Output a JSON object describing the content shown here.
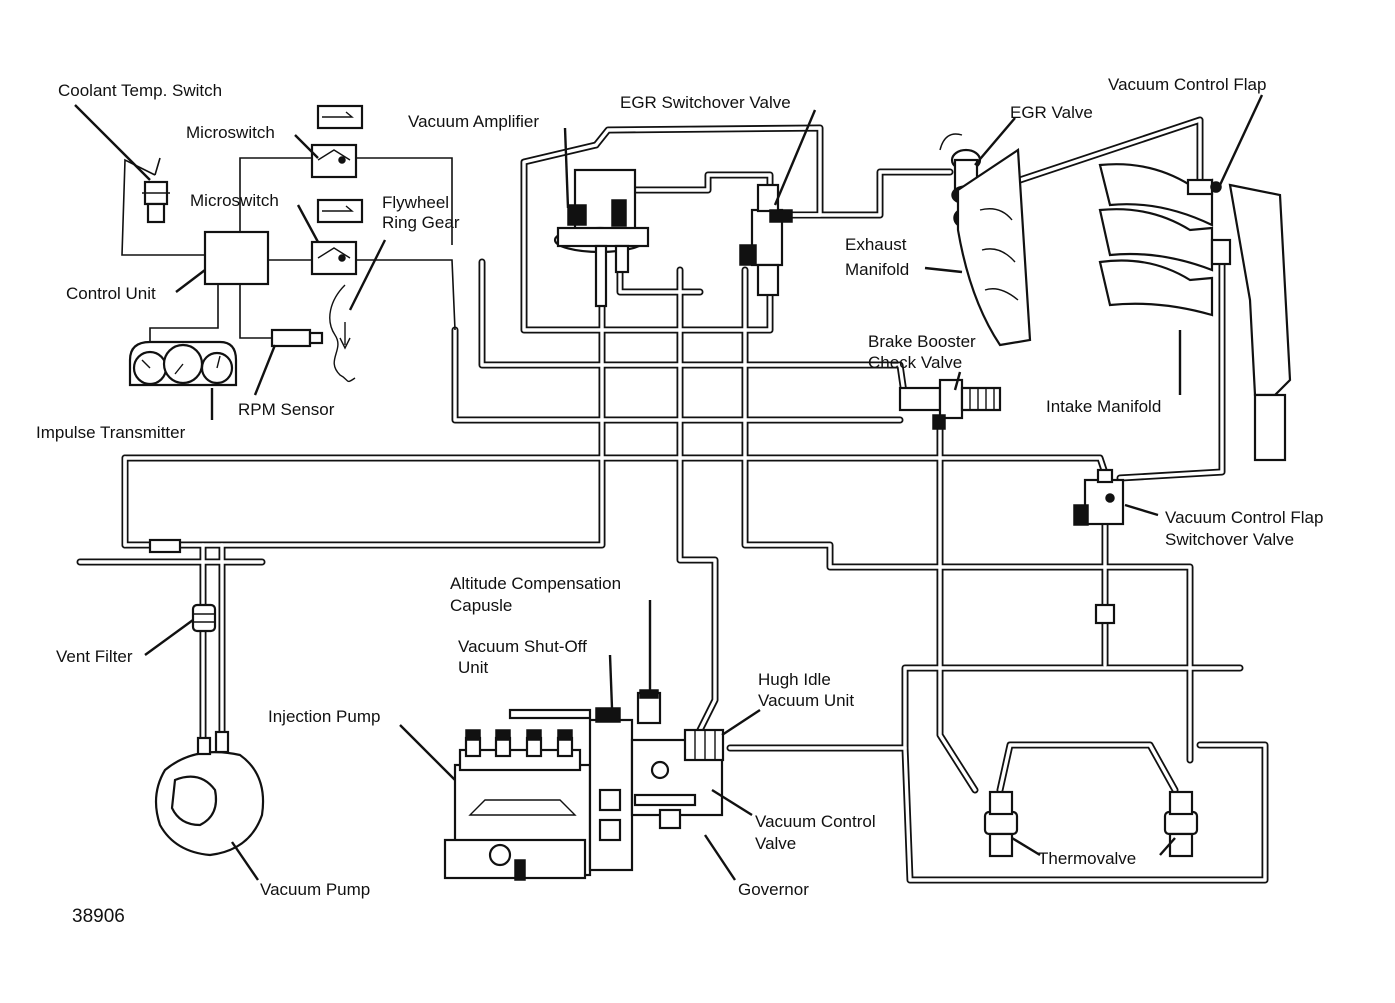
{
  "labels": {
    "coolant_temp_switch": "Coolant Temp. Switch",
    "microswitch_upper": "Microswitch",
    "microswitch_lower": "Microswitch",
    "flywheel_ring_gear_1": "Flywheel",
    "flywheel_ring_gear_2": "Ring Gear",
    "control_unit": "Control Unit",
    "rpm_sensor": "RPM Sensor",
    "impulse_transmitter": "Impulse Transmitter",
    "vacuum_amplifier": "Vacuum Amplifier",
    "egr_switchover_valve": "EGR Switchover Valve",
    "egr_valve": "EGR Valve",
    "vacuum_control_flap": "Vacuum Control Flap",
    "exhaust_manifold_1": "Exhaust",
    "exhaust_manifold_2": "Manifold",
    "brake_booster_check_valve_1": "Brake Booster",
    "brake_booster_check_valve_2": "Check Valve",
    "intake_manifold": "Intake Manifold",
    "vacuum_control_flap_switchover_1": "Vacuum Control Flap",
    "vacuum_control_flap_switchover_2": "Switchover Valve",
    "altitude_compensation_1": "Altitude Compensation",
    "altitude_compensation_2": "Capusle",
    "vacuum_shutoff_1": "Vacuum Shut-Off",
    "vacuum_shutoff_2": "Unit",
    "hugh_idle_1": "Hugh Idle",
    "hugh_idle_2": "Vacuum Unit",
    "injection_pump": "Injection Pump",
    "vent_filter": "Vent Filter",
    "vacuum_pump": "Vacuum Pump",
    "vacuum_control_valve_1": "Vacuum Control",
    "vacuum_control_valve_2": "Valve",
    "governor": "Governor",
    "thermovalve": "Thermovalve",
    "figure_number": "38906"
  }
}
